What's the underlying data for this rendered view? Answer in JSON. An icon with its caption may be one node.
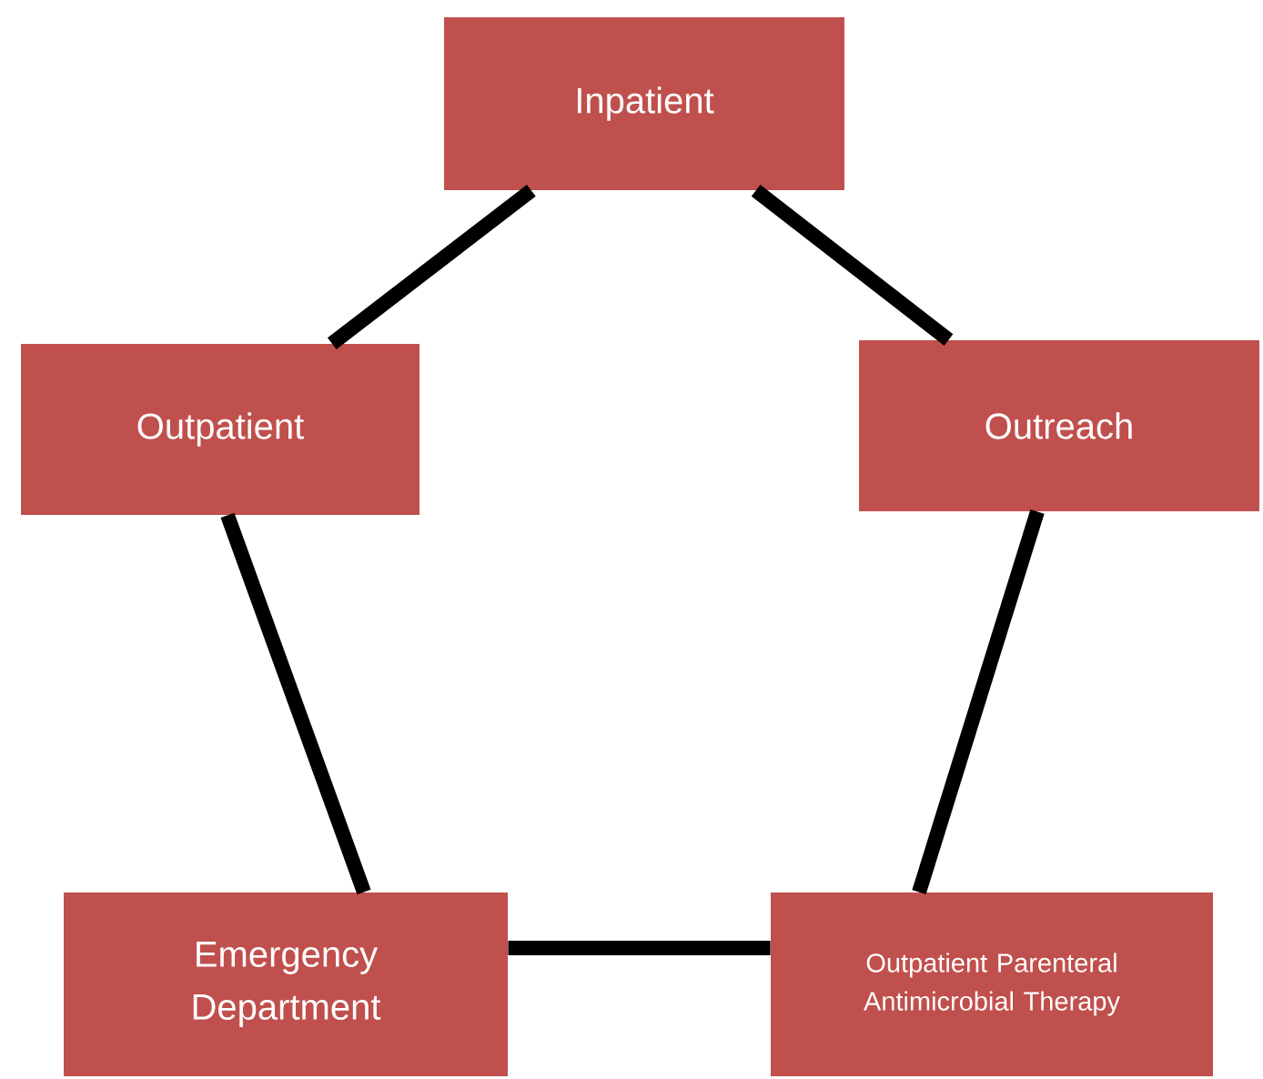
{
  "diagram": {
    "nodes": [
      {
        "text": [
          "Inpatient"
        ]
      },
      {
        "text": [
          "Outpatient"
        ]
      },
      {
        "text": [
          "Outreach"
        ]
      },
      {
        "text": [
          "Emergency Department"
        ]
      },
      {
        "text": [
          "Outpatient Parenteral Antimicrobial Therapy"
        ]
      }
    ],
    "edges": [
      {
        "from": 0,
        "to": 1,
        "arrow": "none"
      },
      {
        "from": 0,
        "to": 2,
        "arrow": "none"
      },
      {
        "from": 1,
        "to": 3,
        "arrow": "none"
      },
      {
        "from": 2,
        "to": 4,
        "arrow": "none"
      },
      {
        "from": 3,
        "to": 4,
        "arrow": "none"
      }
    ]
  }
}
